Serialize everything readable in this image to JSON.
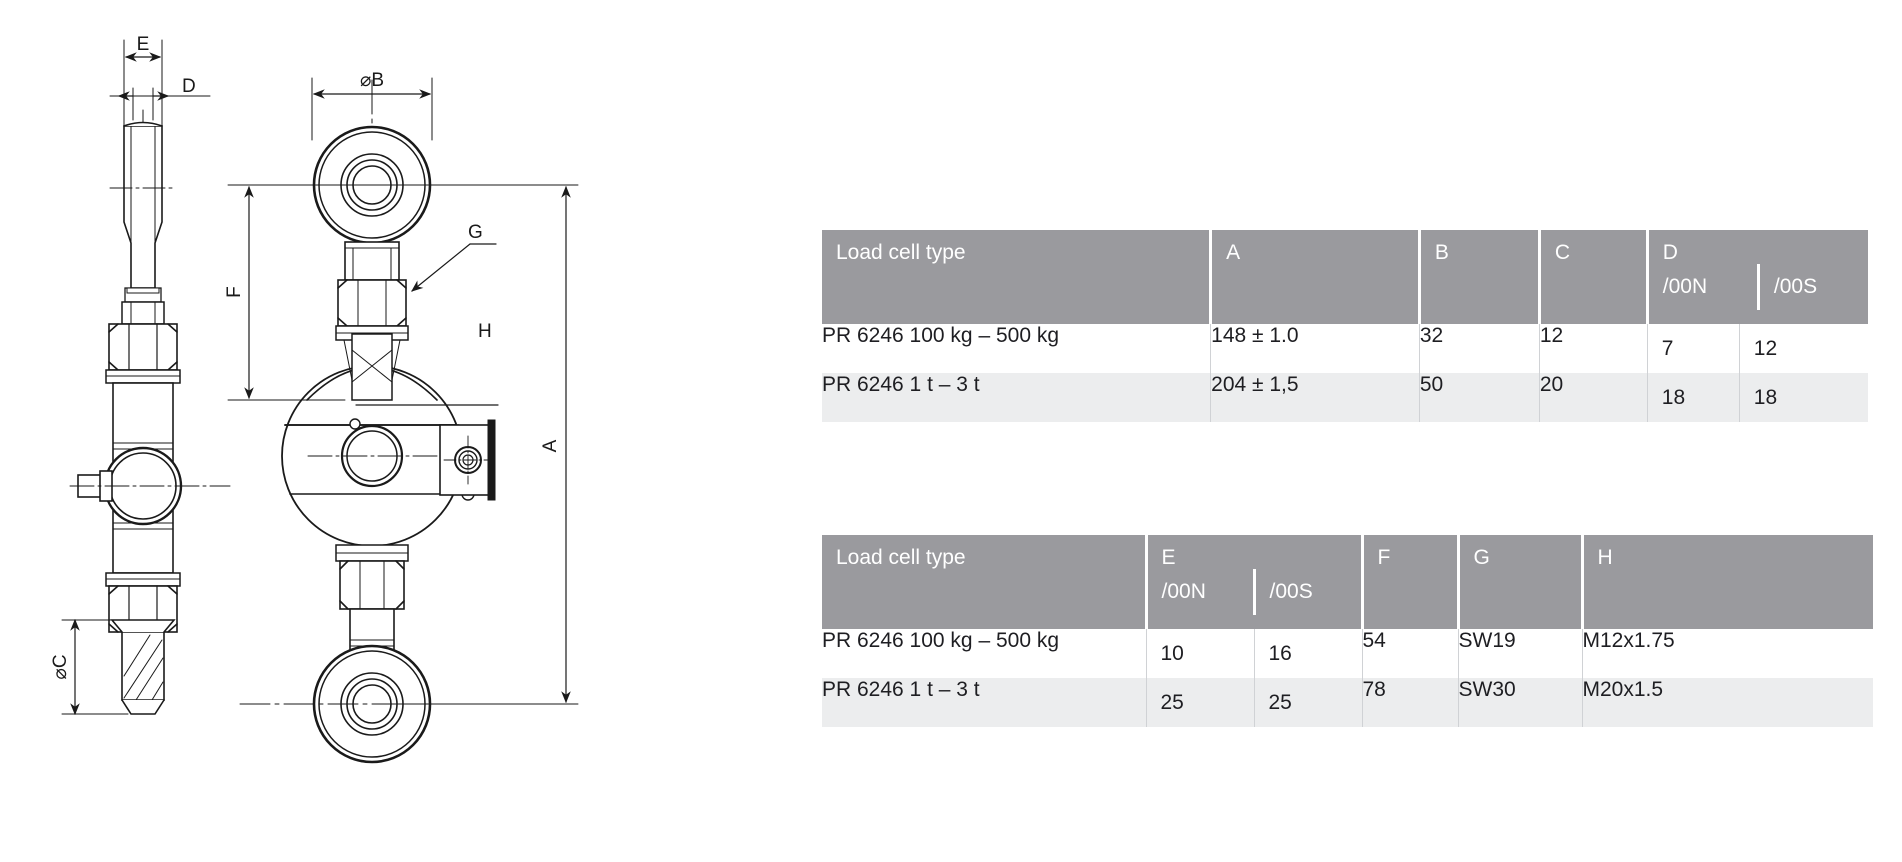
{
  "drawing": {
    "title": "PR 6246 load cell outline drawing",
    "views": [
      {
        "name": "side-view",
        "description": "Side elevation of load cell with rod ends"
      },
      {
        "name": "front-view",
        "description": "Front elevation of load cell with rod end bearings"
      }
    ],
    "dimension_labels": {
      "A": "A",
      "B": "⌀B",
      "C": "⌀C",
      "D": "D",
      "E": "E",
      "F": "F",
      "G": "G",
      "H": "H"
    },
    "line_color": "#1a1a1a"
  },
  "tables": [
    {
      "id": "table-dimensions-1",
      "columns": [
        {
          "label": "Load cell type",
          "sub": null
        },
        {
          "label": "A",
          "sub": null
        },
        {
          "label": "B",
          "sub": null
        },
        {
          "label": "C",
          "sub": null
        },
        {
          "label": "D",
          "sub": [
            "/00N",
            "/00S"
          ]
        }
      ],
      "rows": [
        {
          "type": "PR 6246  100 kg – 500 kg",
          "A": "148 ± 1.0",
          "B": "32",
          "C": "12",
          "D_00N": "7",
          "D_00S": "12"
        },
        {
          "type": "PR 6246  1 t – 3 t",
          "A": "204 ± 1,5",
          "B": "50",
          "C": "20",
          "D_00N": "18",
          "D_00S": "18"
        }
      ]
    },
    {
      "id": "table-dimensions-2",
      "columns": [
        {
          "label": "Load cell type",
          "sub": null
        },
        {
          "label": "E",
          "sub": [
            "/00N",
            "/00S"
          ]
        },
        {
          "label": "F",
          "sub": null
        },
        {
          "label": "G",
          "sub": null
        },
        {
          "label": "H",
          "sub": null
        }
      ],
      "rows": [
        {
          "type": "PR 6246  100 kg – 500 kg",
          "E_00N": "10",
          "E_00S": "16",
          "F": "54",
          "G": "SW19",
          "H": "M12x1.75"
        },
        {
          "type": "PR 6246  1 t – 3 t",
          "E_00N": "25",
          "E_00S": "25",
          "F": "78",
          "G": "SW30",
          "H": "M20x1.5"
        }
      ]
    }
  ],
  "colors": {
    "header_gray": "#9a9a9e",
    "row_alt": "#ecedee",
    "grid_line": "#d0d2d5",
    "text": "#1e1e22",
    "header_text": "#ffffff"
  }
}
